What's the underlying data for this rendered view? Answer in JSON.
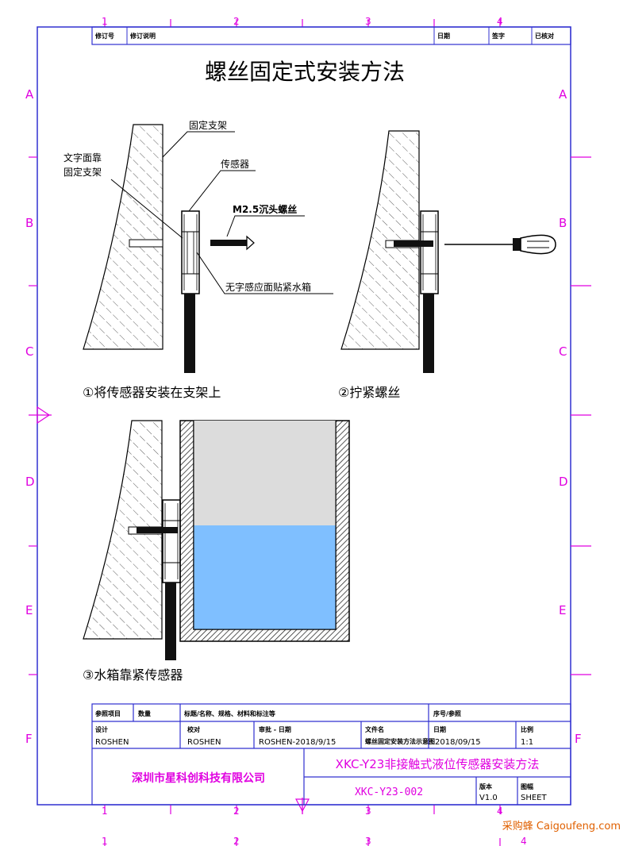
{
  "title": "螺丝固定式安装方法",
  "revision_header": {
    "rev_no": "修订号",
    "rev_content": "修订说明",
    "date": "日期",
    "sign": "签字",
    "approved": "已核对"
  },
  "callouts": {
    "bracket": "固定支架",
    "text_face_line1": "文字面靠",
    "text_face_line2": "固定支架",
    "sensor": "传感器",
    "screw": "M2.5沉头螺丝",
    "tank_face": "无字感应面贴紧水箱"
  },
  "steps": {
    "step1": "①将传感器安装在支架上",
    "step2": "②拧紧螺丝",
    "step3": "③水箱靠紧传感器"
  },
  "title_block": {
    "r1_c1": "参照项目",
    "r1_c2": "数量",
    "r1_c3": "标题/名称、规格、材料和标注等",
    "r1_c4": "序号/参照",
    "design_label": "设计",
    "design_value": "ROSHEN",
    "check_label": "校对",
    "check_value": "ROSHEN",
    "review_label": "审批 - 日期",
    "review_value": "ROSHEN-2018/9/15",
    "file_label": "文件名",
    "file_value": "螺丝固定安装方法示意图",
    "date_label": "日期",
    "date_value": "2018/09/15",
    "scale_label": "比例",
    "scale_value": "1:1",
    "company": "深圳市星科创科技有限公司",
    "drawing_title": "XKC-Y23非接触式液位传感器安装方法",
    "drawing_no": "XKC-Y23-002",
    "version_label": "版本",
    "version_value": "V1.0",
    "sheet_label": "图幅",
    "sheet_value": "SHEET"
  },
  "border_marks": {
    "cols": [
      "1",
      "2",
      "3",
      "4"
    ],
    "rows_left": [
      "A",
      "B",
      "C",
      "D",
      "E",
      "F"
    ],
    "rows_right": [
      "A",
      "B",
      "C",
      "D",
      "E",
      "F"
    ]
  },
  "watermark": "采购蜂 Caigoufeng.com",
  "colors": {
    "frame": "#3030d0",
    "accent": "#e000e0",
    "water": "#7fbfff",
    "air": "#dcdcdc",
    "watermark": "#e06000"
  }
}
